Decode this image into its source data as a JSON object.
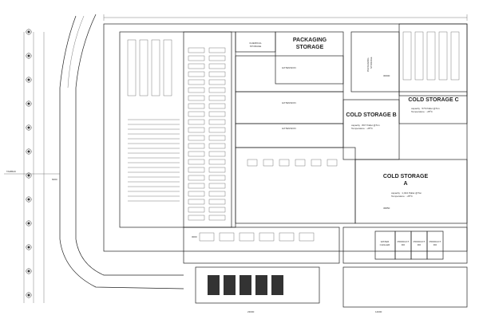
{
  "labels": {
    "packaging": [
      "PACKAGING",
      "STORAGE"
    ],
    "chemical": [
      "CHEMICAL",
      "STORAGE"
    ],
    "packaging_ext": [
      "PACKAGING",
      "STORAGE"
    ],
    "cold_c": "COLD STORAGE C",
    "cold_b": "COLD STORAGE B",
    "cold_a": [
      "COLD STORAGE",
      "A"
    ],
    "extension": "EXTENSION",
    "tambak": "TAMBAK",
    "water_chiller": [
      "WATER",
      "CHILLER"
    ],
    "product_ro": [
      "PRODUCT",
      "RO"
    ],
    "cold_c_info": [
      "capacity : 576 Pallet  @Ton",
      "Temperature : -25ºC"
    ],
    "cold_b_info": [
      "capacity : 807 Pallet  @Ton",
      "Temperature : -25ºC"
    ],
    "cold_a_info": [
      "capacity : 1,024 Pallet  @Ton",
      "Temperature : -25ºC"
    ]
  },
  "dimensions": [
    "36850",
    "30000",
    "23000",
    "6000",
    "3000",
    "14000"
  ]
}
